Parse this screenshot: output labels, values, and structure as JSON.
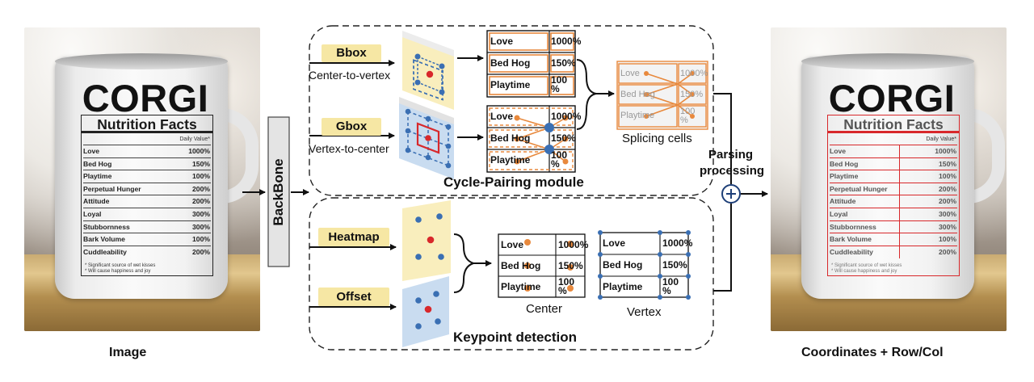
{
  "image_caption": "Image",
  "output_caption": "Coordinates + Row/Col",
  "backbone": "BackBone",
  "mug": {
    "brand": "CORGI",
    "panel_title": "Nutrition Facts",
    "daily_value": "Daily Value*",
    "rows": [
      {
        "name": "Love",
        "value": "1000%"
      },
      {
        "name": "Bed Hog",
        "value": "150%"
      },
      {
        "name": "Playtime",
        "value": "100%"
      },
      {
        "name": "Perpetual Hunger",
        "value": "200%"
      },
      {
        "name": "Attitude",
        "value": "200%"
      },
      {
        "name": "Loyal",
        "value": "300%"
      },
      {
        "name": "Stubbornness",
        "value": "300%"
      },
      {
        "name": "Bark Volume",
        "value": "100%"
      },
      {
        "name": "Cuddleability",
        "value": "200%"
      }
    ],
    "footnote1": "* Significant source of wet kisses",
    "footnote2": "* Will cause happiness and joy"
  },
  "cycle": {
    "title": "Cycle-Pairing module",
    "bbox_tag": "Bbox",
    "bbox_desc": "Center-to-vertex",
    "gbox_tag": "Gbox",
    "gbox_desc": "Vertex-to-center",
    "splicing": "Splicing cells"
  },
  "keypoint": {
    "title": "Keypoint detection",
    "heatmap_tag": "Heatmap",
    "offset_tag": "Offset",
    "center_label": "Center",
    "vertex_label": "Vertex"
  },
  "mini_table": [
    {
      "name": "Love",
      "value": "1000%"
    },
    {
      "name": "Bed Hog",
      "value": "150%"
    },
    {
      "name": "Playtime",
      "value": "100 %"
    }
  ],
  "parsing": {
    "line1": "Parsing",
    "line2": "processing"
  },
  "colors": {
    "orange": "#e8893d",
    "blue": "#3a6fb3",
    "red": "#d8282b",
    "yellow_tag": "#f6e7a4",
    "yellow_plane": "#f9eebd",
    "blue_plane": "#c9dcf0"
  }
}
